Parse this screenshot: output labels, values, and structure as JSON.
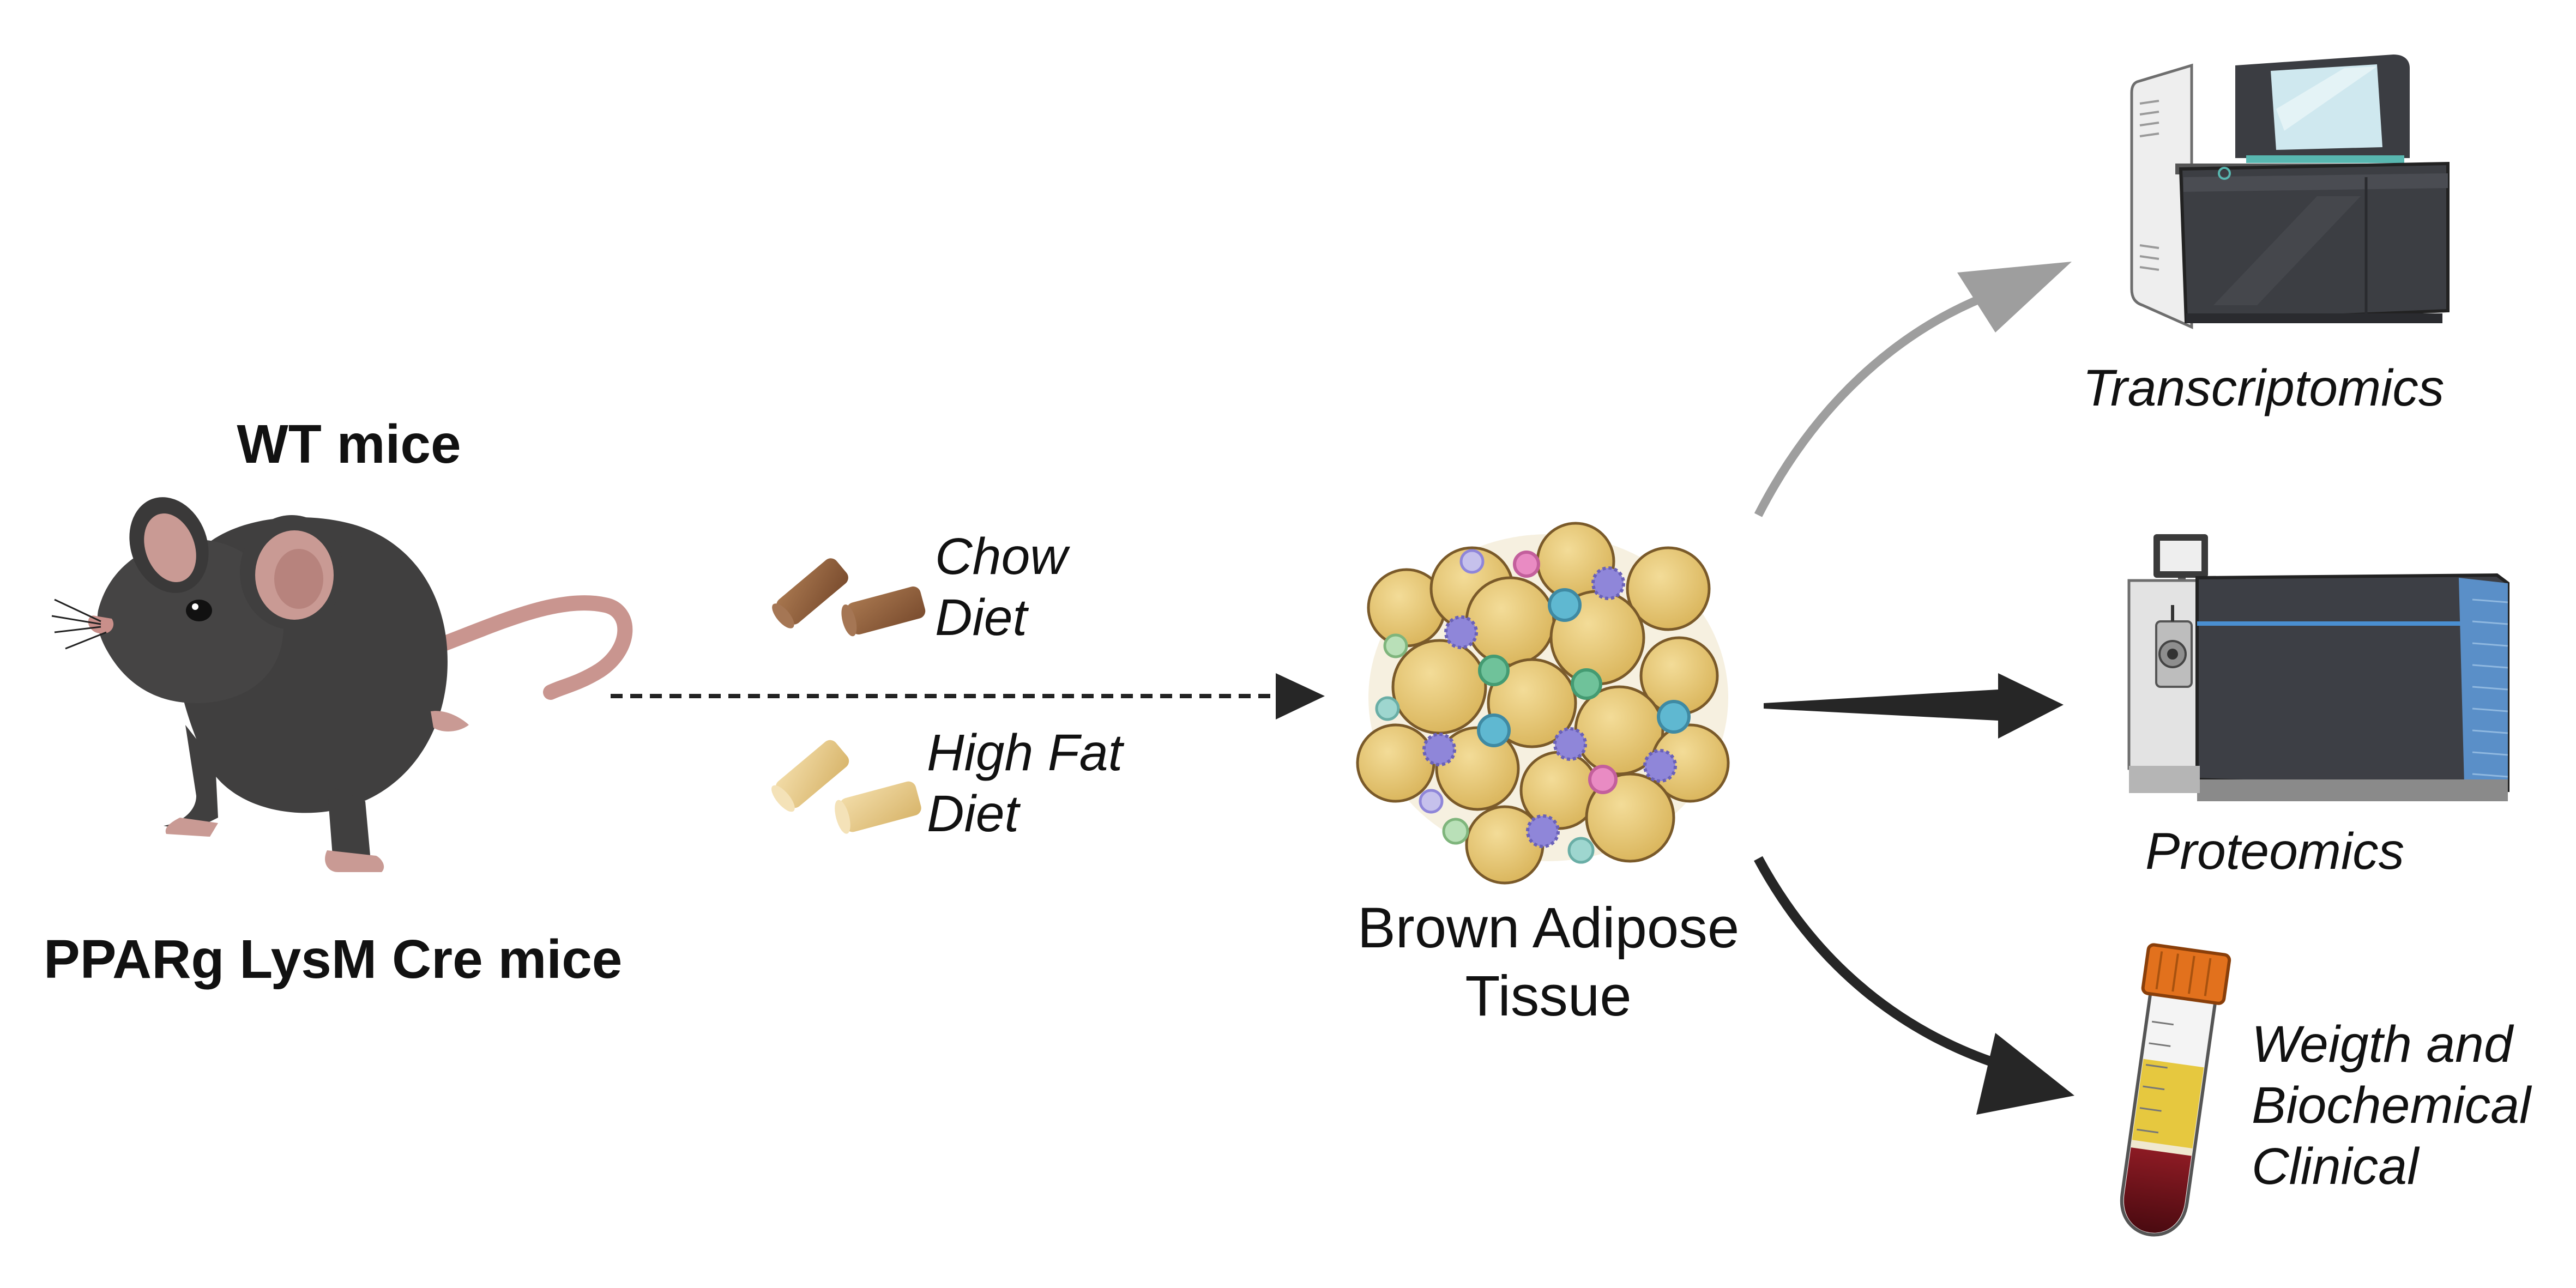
{
  "mice": {
    "top_label": "WT mice",
    "bottom_label": "PPARg LysM Cre mice"
  },
  "diets": {
    "chow_line1": "Chow",
    "chow_line2": "Diet",
    "hfd_line1": "High Fat",
    "hfd_line2": "Diet"
  },
  "tissue": {
    "line1": "Brown Adipose",
    "line2": "Tissue"
  },
  "outputs": {
    "transcriptomics": "Transcriptomics",
    "proteomics": "Proteomics",
    "clinical_line1": "Weigth and",
    "clinical_line2": "Biochemical",
    "clinical_line3": "Clinical"
  },
  "colors": {
    "arrow_gray": "#9e9e9e",
    "arrow_dark": "#262626",
    "chow": "#8b5a3c",
    "high_fat": "#e7c98b",
    "adipocyte": "#e8c773",
    "mouse_fur": "#403f3f",
    "mouse_skin": "#c99a94"
  }
}
